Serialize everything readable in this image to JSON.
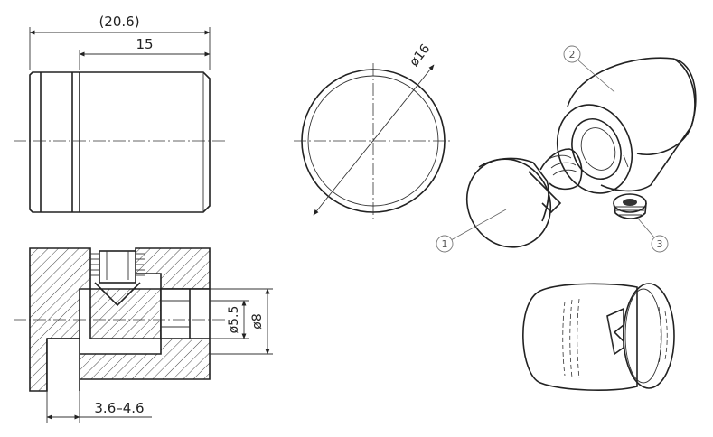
{
  "dimensions": {
    "overall_length": "(20.6)",
    "body_length": "15",
    "circle_diameter": "ø16",
    "inner_diameter": "ø5.5",
    "outer_bore_diameter": "ø8",
    "glass_thickness_range": "3.6–4.6"
  },
  "callouts": [
    "1",
    "2",
    "3"
  ]
}
